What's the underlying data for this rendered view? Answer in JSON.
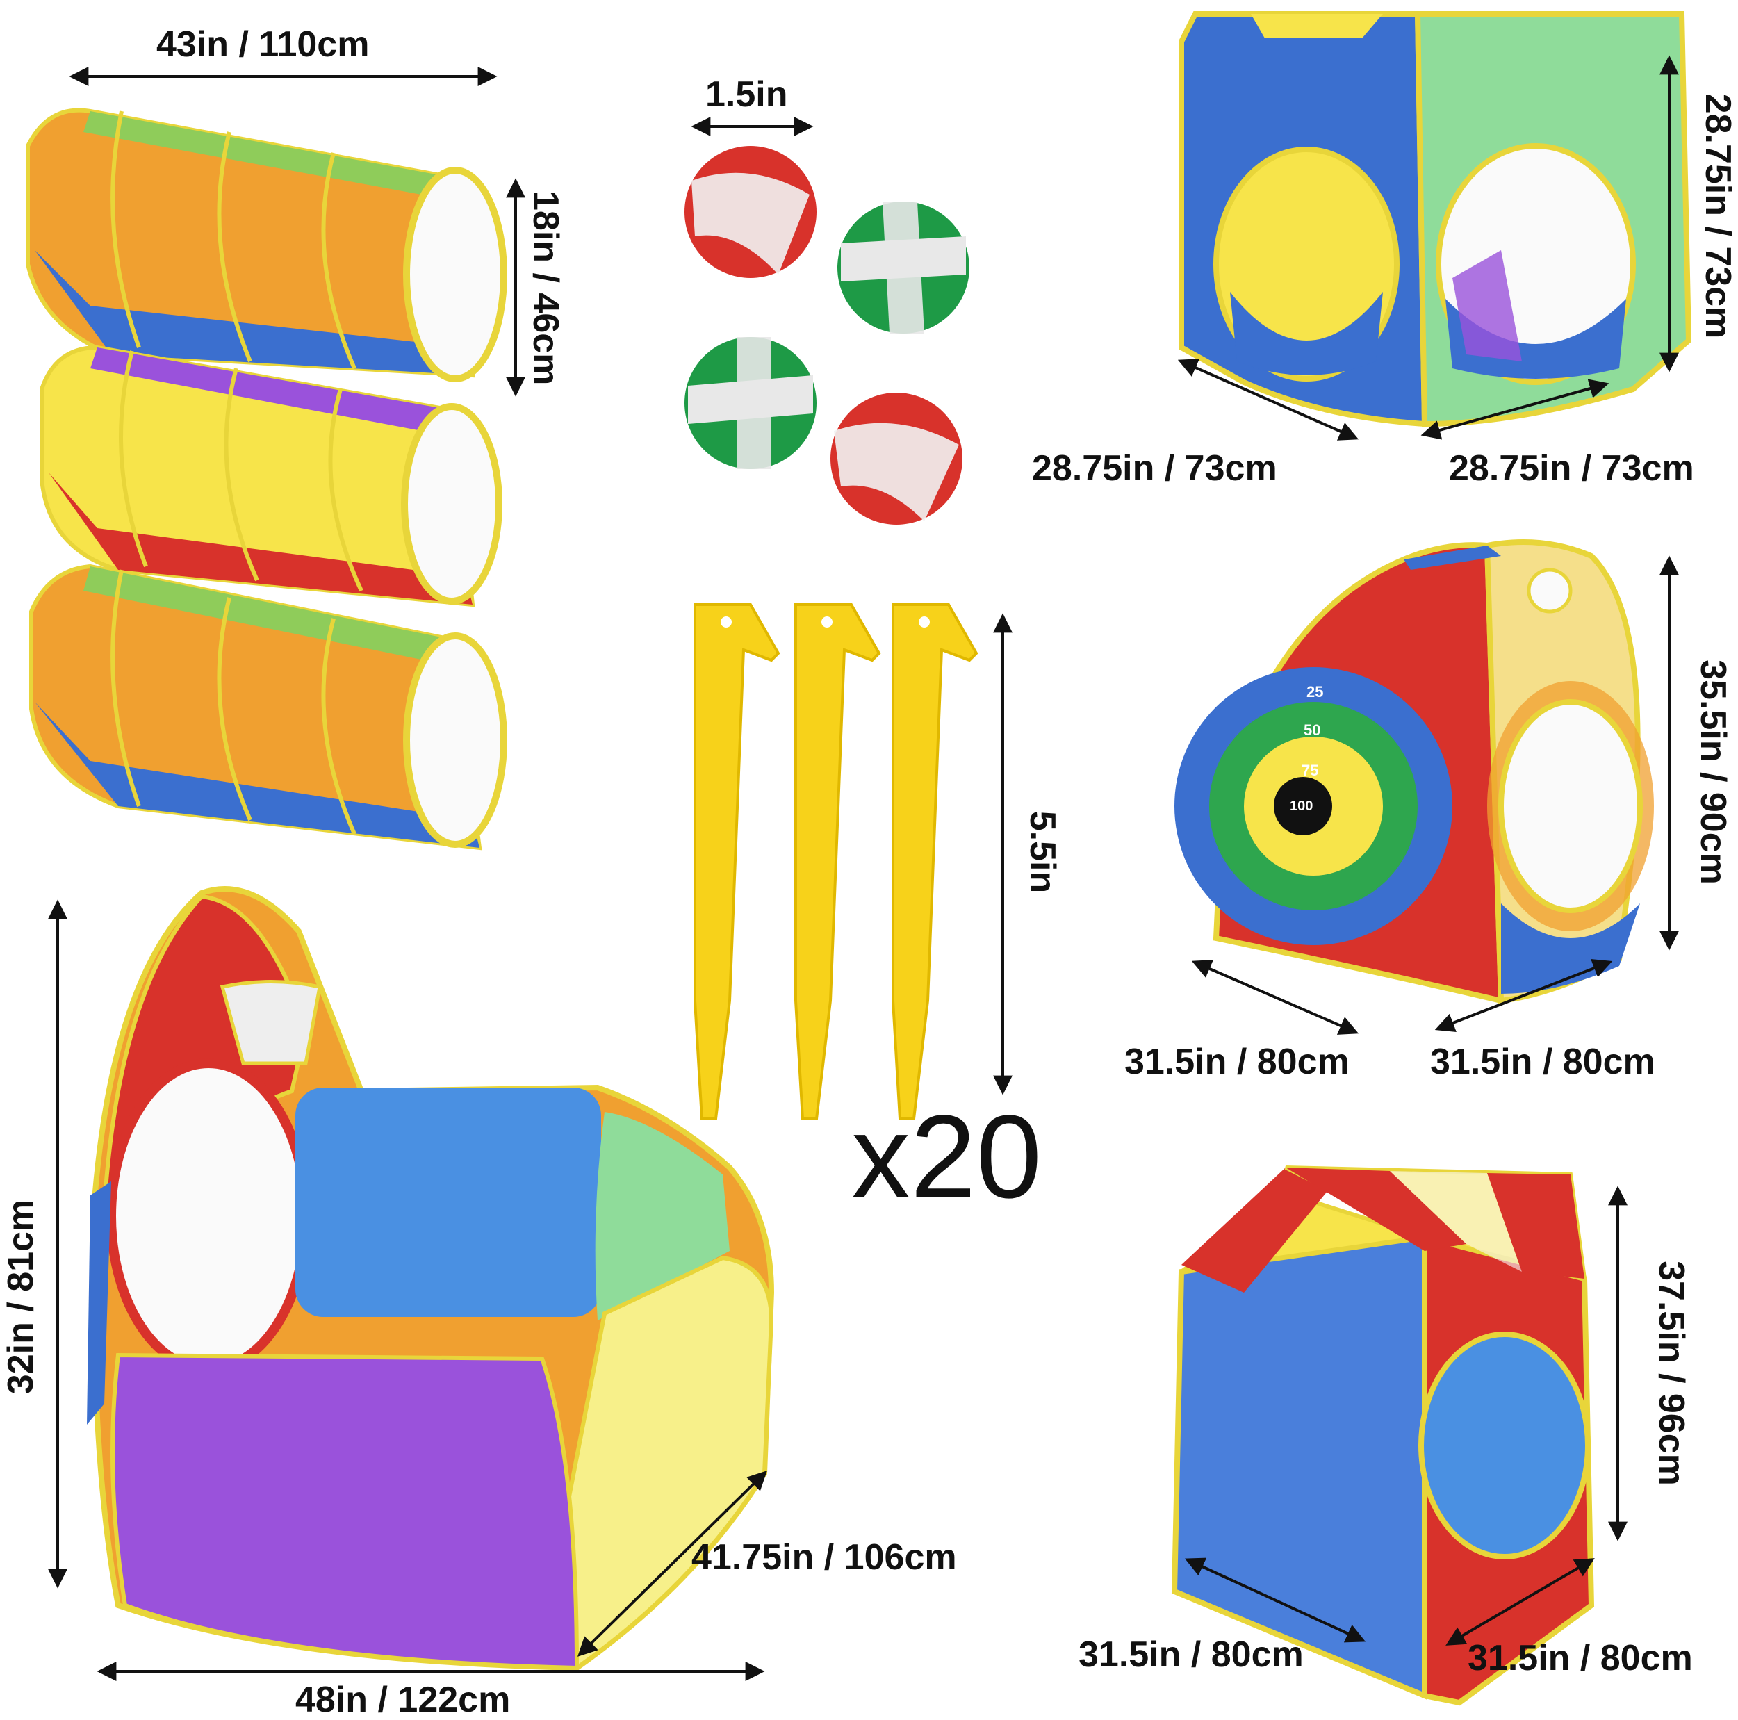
{
  "dimensions": {
    "tunnel_length": "43in / 110cm",
    "tunnel_diameter": "18in / 46cm",
    "ball_diameter": "1.5in",
    "cube_height": "28.75in / 73cm",
    "cube_width": "28.75in / 73cm",
    "cube_depth": "28.75in / 73cm",
    "stake_length": "5.5in",
    "stake_count": "x20",
    "target_tent_height": "35.5in / 90cm",
    "target_tent_width": "31.5in / 80cm",
    "target_tent_depth": "31.5in / 80cm",
    "ball_pit_height": "32in / 81cm",
    "ball_pit_depth": "41.75in / 106cm",
    "ball_pit_width": "48in / 122cm",
    "house_tent_height": "37.5in / 96cm",
    "house_tent_width": "31.5in / 80cm",
    "house_tent_depth": "31.5in / 80cm"
  },
  "target_scores": [
    "25",
    "50",
    "75",
    "100"
  ],
  "colors": {
    "orange": "#F0A030",
    "yellow": "#F7E44A",
    "blue": "#3B6FCF",
    "green": "#8FCC5A",
    "red": "#D8322B",
    "purple": "#9A52DB",
    "light_blue": "#4A90E2",
    "mint": "#8FDC9A",
    "trim": "#E8D53A"
  }
}
